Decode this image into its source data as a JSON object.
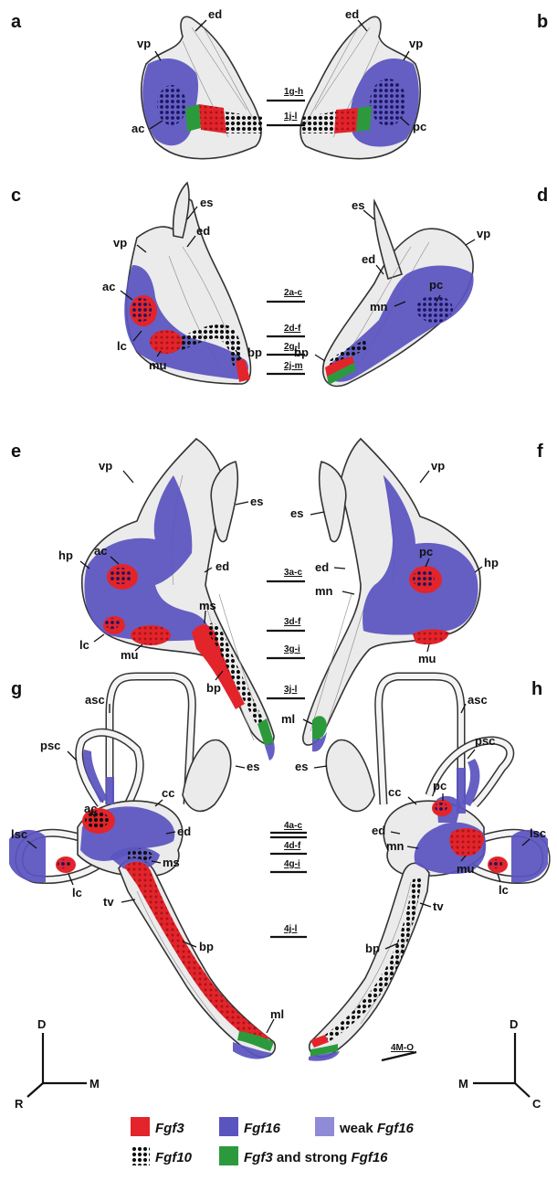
{
  "panels": [
    "a",
    "b",
    "c",
    "d",
    "e",
    "f",
    "g",
    "h"
  ],
  "labels": {
    "a": [
      "ed",
      "vp",
      "ac"
    ],
    "b": [
      "ed",
      "vp",
      "pc"
    ],
    "c": [
      "es",
      "ed",
      "vp",
      "ac",
      "lc",
      "mu",
      "bp"
    ],
    "d": [
      "es",
      "vp",
      "ed",
      "pc",
      "mn",
      "bp"
    ],
    "e": [
      "vp",
      "es",
      "hp",
      "ac",
      "ed",
      "ms",
      "lc",
      "mu",
      "bp"
    ],
    "f": [
      "vp",
      "es",
      "ed",
      "pc",
      "hp",
      "mn",
      "mu",
      "ml"
    ],
    "g": [
      "asc",
      "psc",
      "es",
      "cc",
      "lsc",
      "ac",
      "ed",
      "ms",
      "lc",
      "tv",
      "bp",
      "ml"
    ],
    "h": [
      "asc",
      "psc",
      "es",
      "cc",
      "pc",
      "ed",
      "mn",
      "lsc",
      "mu",
      "lc",
      "tv",
      "bp"
    ]
  },
  "sections": {
    "ab": [
      "1g-h",
      "1j-l"
    ],
    "cd": [
      "2a-c",
      "2d-f",
      "2g-l",
      "2j-m"
    ],
    "ef": [
      "3a-c",
      "3d-f",
      "3g-i",
      "3j-l"
    ],
    "gh": [
      "4a-c",
      "4d-f",
      "4g-i",
      "4j-l"
    ],
    "scale": "4M-O"
  },
  "axes": {
    "left": {
      "up": "D",
      "right": "M",
      "down_left": "R"
    },
    "right": {
      "up": "D",
      "left": "M",
      "down_right": "C"
    }
  },
  "legend": [
    {
      "label": "Fgf3",
      "color": "#e3242b",
      "pattern": "solid"
    },
    {
      "label": "Fgf16",
      "color": "#5a54bf",
      "pattern": "solid"
    },
    {
      "label_prefix": "weak ",
      "label": "Fgf16",
      "color": "#8f8bd6",
      "pattern": "solid"
    },
    {
      "label": "Fgf10",
      "color": "#000000",
      "pattern": "dots"
    },
    {
      "label": "Fgf3",
      "label_suffix": " and strong ",
      "label2": "Fgf16",
      "color": "#2c9a3c",
      "pattern": "solid"
    }
  ]
}
